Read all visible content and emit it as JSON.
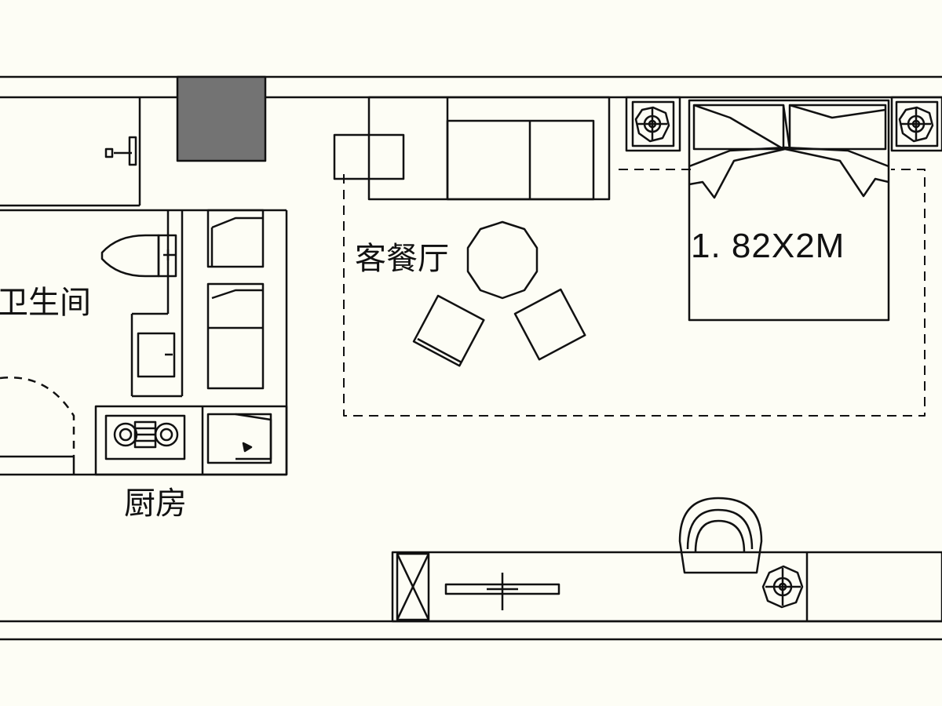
{
  "colors": {
    "background": "#fdfdf5",
    "line": "#111111",
    "column": "#737373"
  },
  "rooms": {
    "bathroom": "卫生间",
    "kitchen": "厨房",
    "living_dining": "客餐厅"
  },
  "bed": {
    "size_label": "1. 82X2M"
  },
  "icons": [
    "toilet-icon",
    "sink-icon",
    "stove-icon",
    "bed-icon",
    "lamp-icon",
    "chair-icon",
    "sofa-icon"
  ]
}
